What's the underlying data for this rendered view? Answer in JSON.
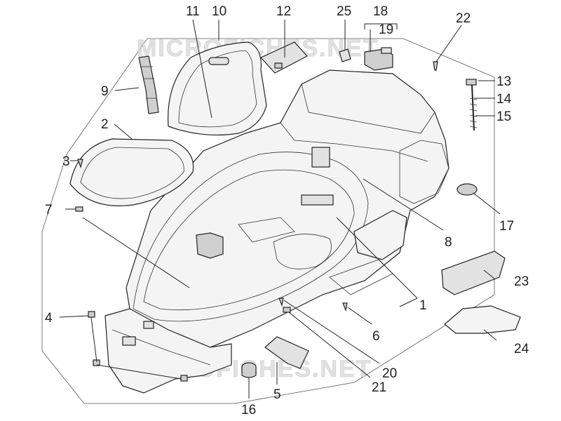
{
  "diagram": {
    "watermark": "MICROFICHES.NET",
    "labels": {
      "n1": "1",
      "n2": "2",
      "n3": "3",
      "n4": "4",
      "n5": "5",
      "n6": "6",
      "n7": "7",
      "n8": "8",
      "n9": "9",
      "n10": "10",
      "n11": "11",
      "n12": "12",
      "n13": "13",
      "n14": "14",
      "n15": "15",
      "n16": "16",
      "n17": "17",
      "n18": "18",
      "n19": "19",
      "n20": "20",
      "n21": "21",
      "n22": "22",
      "n23": "23",
      "n24": "24",
      "n25": "25"
    }
  }
}
